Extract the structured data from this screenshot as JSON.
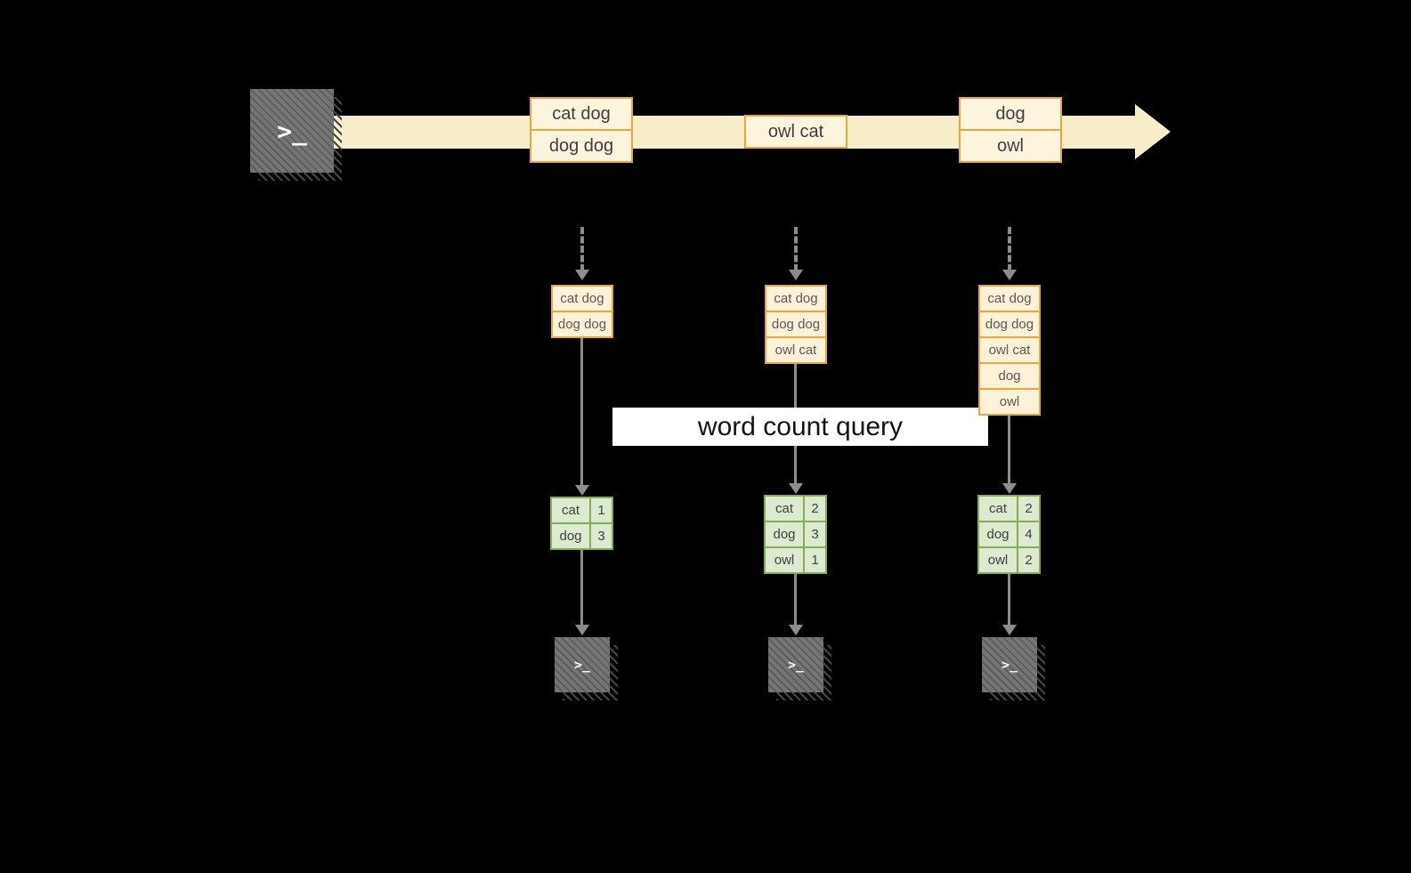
{
  "glyphs": {
    "prompt": ">_"
  },
  "banner": {
    "label": "word count query"
  },
  "stream": {
    "batches": [
      {
        "records": [
          "cat dog",
          "dog dog"
        ]
      },
      {
        "records": [
          "owl cat"
        ]
      },
      {
        "records": [
          "dog",
          "owl"
        ]
      }
    ]
  },
  "micro": [
    {
      "records": [
        "cat dog",
        "dog dog"
      ],
      "counts": [
        {
          "word": "cat",
          "count": "1"
        },
        {
          "word": "dog",
          "count": "3"
        }
      ]
    },
    {
      "records": [
        "cat dog",
        "dog dog",
        "owl cat"
      ],
      "counts": [
        {
          "word": "cat",
          "count": "2"
        },
        {
          "word": "dog",
          "count": "3"
        },
        {
          "word": "owl",
          "count": "1"
        }
      ]
    },
    {
      "records": [
        "cat dog",
        "dog dog",
        "owl cat",
        "dog",
        "owl"
      ],
      "counts": [
        {
          "word": "cat",
          "count": "2"
        },
        {
          "word": "dog",
          "count": "4"
        },
        {
          "word": "owl",
          "count": "2"
        }
      ]
    }
  ],
  "colors": {
    "background": "#000000",
    "stream_band": "#f8eec9",
    "record_border": "#e9a63a",
    "record_fill": "#fdf2d7",
    "table_border": "#84ad58",
    "table_fill": "#dcead0",
    "arrow_gray": "#8d8d8d",
    "terminal_gray": "#757575",
    "banner_bg": "#ffffff"
  }
}
